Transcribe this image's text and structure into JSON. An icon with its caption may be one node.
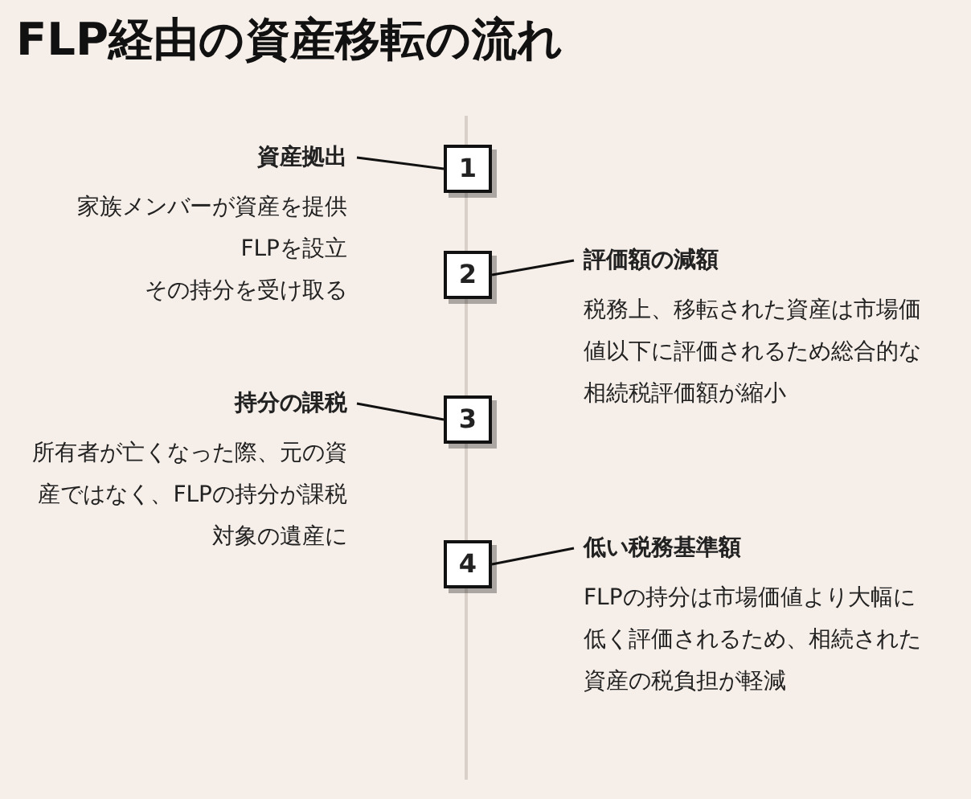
{
  "diagram": {
    "title": "FLP経由の資産移転の流れ",
    "nodes": [
      {
        "text": [
          "資産拠出",
          "家族メンバーが資産を提供",
          "FLPを設立",
          "その持分を受け取る"
        ]
      },
      {
        "text": [
          "1"
        ]
      },
      {
        "text": [
          "2"
        ]
      },
      {
        "text": [
          "評価額の減額",
          "税務上、移転された資産は市場価値以下に評価されるため総合的な相続税評価額が縮小"
        ]
      },
      {
        "text": [
          "持分の課税",
          "所有者が亡くなった際、元の資産ではなく、FLPの持分が課税対象の遺産に"
        ]
      },
      {
        "text": [
          "3"
        ]
      },
      {
        "text": [
          "4"
        ]
      },
      {
        "text": [
          "低い税務基準額",
          "FLPの持分は市場価値より大幅に低く評価されるため、相続された資産の税負担が軽減"
        ]
      }
    ],
    "edges": [
      {
        "from": 0,
        "to": 1,
        "arrow": "none"
      },
      {
        "from": 3,
        "to": 2,
        "arrow": "none"
      },
      {
        "from": 4,
        "to": 5,
        "arrow": "none"
      },
      {
        "from": 7,
        "to": 6,
        "arrow": "none"
      }
    ]
  }
}
